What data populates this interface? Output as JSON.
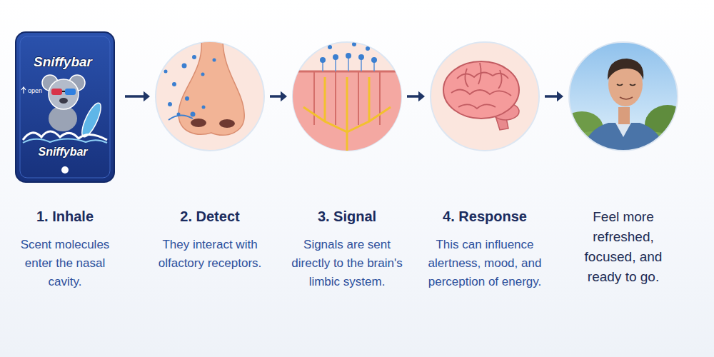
{
  "diagram": {
    "nodes": [
      {
        "text": [
          "1. Inhale",
          "Scent molecules enter the nasal cavity."
        ]
      },
      {
        "text": [
          "2. Detect",
          "They interact with olfactory receptors."
        ]
      },
      {
        "text": [
          "3. Signal",
          "Signals are sent directly to the brain's limbic system."
        ]
      },
      {
        "text": [
          "4. Response",
          "This can influence alertness, mood, and perception of energy."
        ]
      },
      {
        "text": [
          "Feel more refreshed, focused, and ready to go."
        ]
      }
    ],
    "edges": [
      {
        "from": 0,
        "to": 1,
        "arrow": "to"
      },
      {
        "from": 1,
        "to": 2,
        "arrow": "to"
      },
      {
        "from": 2,
        "to": 3,
        "arrow": "to"
      },
      {
        "from": 3,
        "to": 4,
        "arrow": "to"
      }
    ],
    "labels": [
      "Sniffybar",
      "open",
      "Sniffybar"
    ]
  }
}
